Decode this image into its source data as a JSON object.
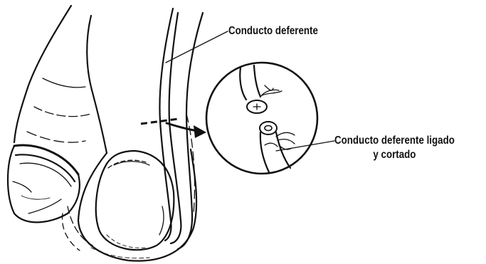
{
  "labels": {
    "vas_deferens": "Conducto deferente",
    "ligated_cut_line1": "Conducto deferente ligado",
    "ligated_cut_line2": "y cortado"
  }
}
